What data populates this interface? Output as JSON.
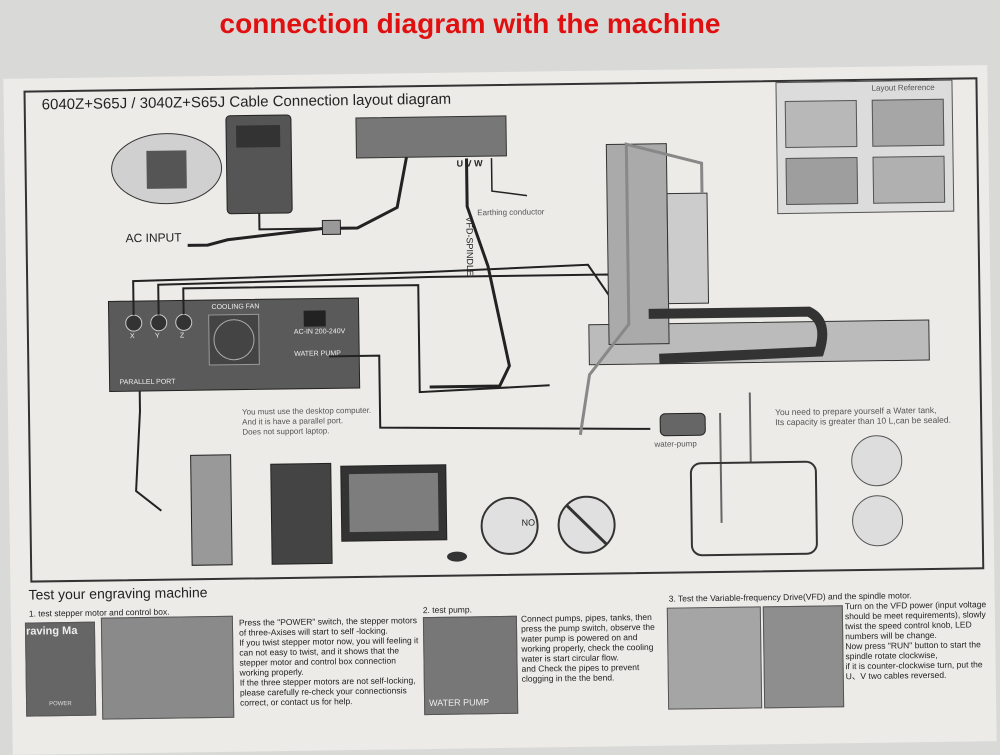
{
  "title": "connection diagram with the machine",
  "diagram": {
    "heading": "6040Z+S65J / 3040Z+S65J Cable Connection layout diagram",
    "layout_reference": "Layout Reference",
    "ac_input": "AC INPUT",
    "uvw": "U V W",
    "earthing": "Earthing conductor",
    "vfd_spindle": "VFD-SPINDLE",
    "axis_x": "X",
    "axis_y": "Y",
    "axis_z": "Z",
    "cooling_fan": "COOLING FAN",
    "ac_in": "AC-IN 200-240V",
    "water_pump_port": "WATER PUMP",
    "parallel_port": "PARALLEL PORT",
    "computer_note": [
      "You must use the desktop computer.",
      "And it is have a parallel port.",
      "Does not support laptop."
    ],
    "water_pump": "water-pump",
    "water_tank_note": [
      "You need to prepare yourself a Water tank,",
      "Its capacity is greater than 10 L,can be sealed."
    ],
    "no_label": "NO"
  },
  "test": {
    "heading": "Test your engraving machine",
    "step1_label": "1. test stepper motor and control box.",
    "step1_banner": "raving Ma",
    "power_label": "POWER",
    "step1_text": "Press the \"POWER\" switch, the stepper motors of three-Axises will start to self -locking.\nIf you twist stepper motor now, you will feeling it can not easy to twist, and it shows that the stepper motor and control box connection working properly.\nIf the three stepper motors are not self-locking, please carefully re-check your connectionsis correct, or contact us for help.",
    "step2_label": "2. test pump.",
    "water_pump_switch": "WATER PUMP",
    "step2_text": "Connect pumps, pipes, tanks, then press the pump switch, observe the water pump is powered on and working properly, check the cooling water is start circular flow.\nand Check the pipes to prevent clogging in the the bend.",
    "step3_label": "3. Test the Variable-frequency Drive(VFD) and the spindle motor.",
    "step3_text": "Turn on the VFD power (input voltage should be meet requirements), slowly twist the speed control knob, LED numbers will be change.\nNow press \"RUN\" button to start the spindle rotate clockwise,\nif it is counter-clockwise turn, put the U、V two cables reversed."
  },
  "colors": {
    "title": "#e01010",
    "paper": "#ecebe8",
    "ink": "#222222"
  }
}
